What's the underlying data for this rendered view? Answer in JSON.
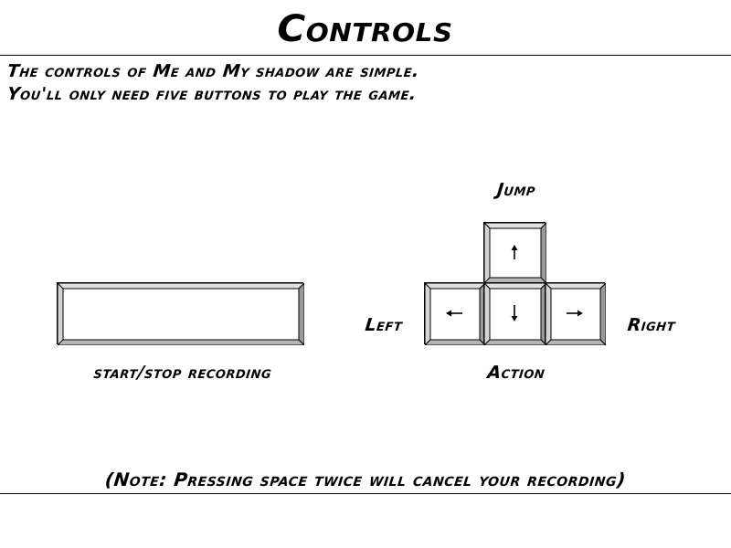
{
  "title": "Controls",
  "intro": {
    "line1": "The controls of Me and My shadow are simple.",
    "line2": "You'll only need five buttons to play the game."
  },
  "keys": {
    "space": {
      "label": "start/stop recording",
      "icon": "spacebar-key"
    },
    "up": {
      "label": "Jump",
      "icon": "arrow-up-icon"
    },
    "left": {
      "label": "Left",
      "icon": "arrow-left-icon"
    },
    "down": {
      "label": "Action",
      "icon": "arrow-down-icon"
    },
    "right": {
      "label": "Right",
      "icon": "arrow-right-icon"
    }
  },
  "note": "(Note: Pressing space twice will cancel your recording)",
  "colors": {
    "background": "#ffffff",
    "ink": "#000000",
    "key_bevel_light": "#e0e0e0",
    "key_bevel_dark": "#8a8a8a"
  }
}
